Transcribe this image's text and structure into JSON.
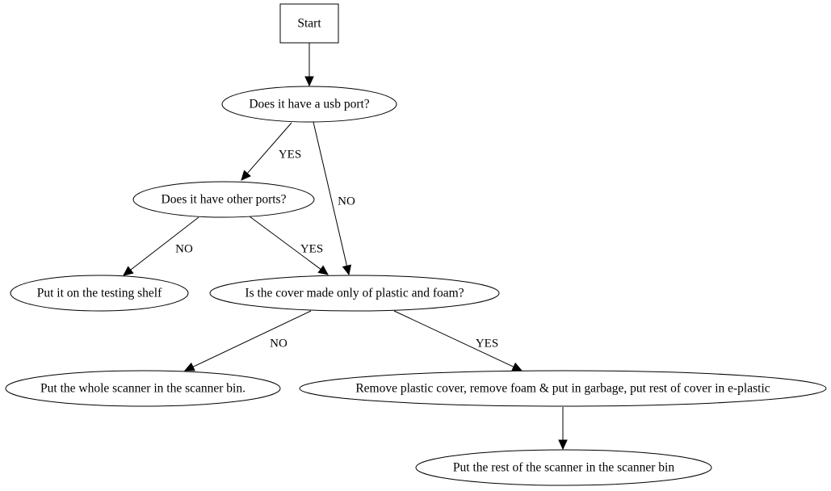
{
  "diagram": {
    "type": "flowchart",
    "nodes": [
      {
        "id": "start",
        "label": "Start",
        "shape": "box"
      },
      {
        "id": "usb",
        "label": "Does it have a usb port?",
        "shape": "ellipse"
      },
      {
        "id": "other",
        "label": "Does it have other ports?",
        "shape": "ellipse"
      },
      {
        "id": "shelf",
        "label": "Put it on the testing shelf",
        "shape": "ellipse"
      },
      {
        "id": "cover",
        "label": "Is the cover made only of plastic and foam?",
        "shape": "ellipse"
      },
      {
        "id": "whole",
        "label": "Put the whole scanner in the scanner bin.",
        "shape": "ellipse"
      },
      {
        "id": "remove",
        "label": "Remove plastic cover, remove foam & put in garbage, put rest of cover in e-plastic",
        "shape": "ellipse"
      },
      {
        "id": "rest",
        "label": "Put the rest of the scanner in the scanner bin",
        "shape": "ellipse"
      }
    ],
    "edges": [
      {
        "from": "start",
        "to": "usb",
        "label": ""
      },
      {
        "from": "usb",
        "to": "other",
        "label": "YES"
      },
      {
        "from": "usb",
        "to": "cover",
        "label": "NO"
      },
      {
        "from": "other",
        "to": "shelf",
        "label": "NO"
      },
      {
        "from": "other",
        "to": "cover",
        "label": "YES"
      },
      {
        "from": "cover",
        "to": "whole",
        "label": "NO"
      },
      {
        "from": "cover",
        "to": "remove",
        "label": "YES"
      },
      {
        "from": "remove",
        "to": "rest",
        "label": ""
      }
    ]
  }
}
